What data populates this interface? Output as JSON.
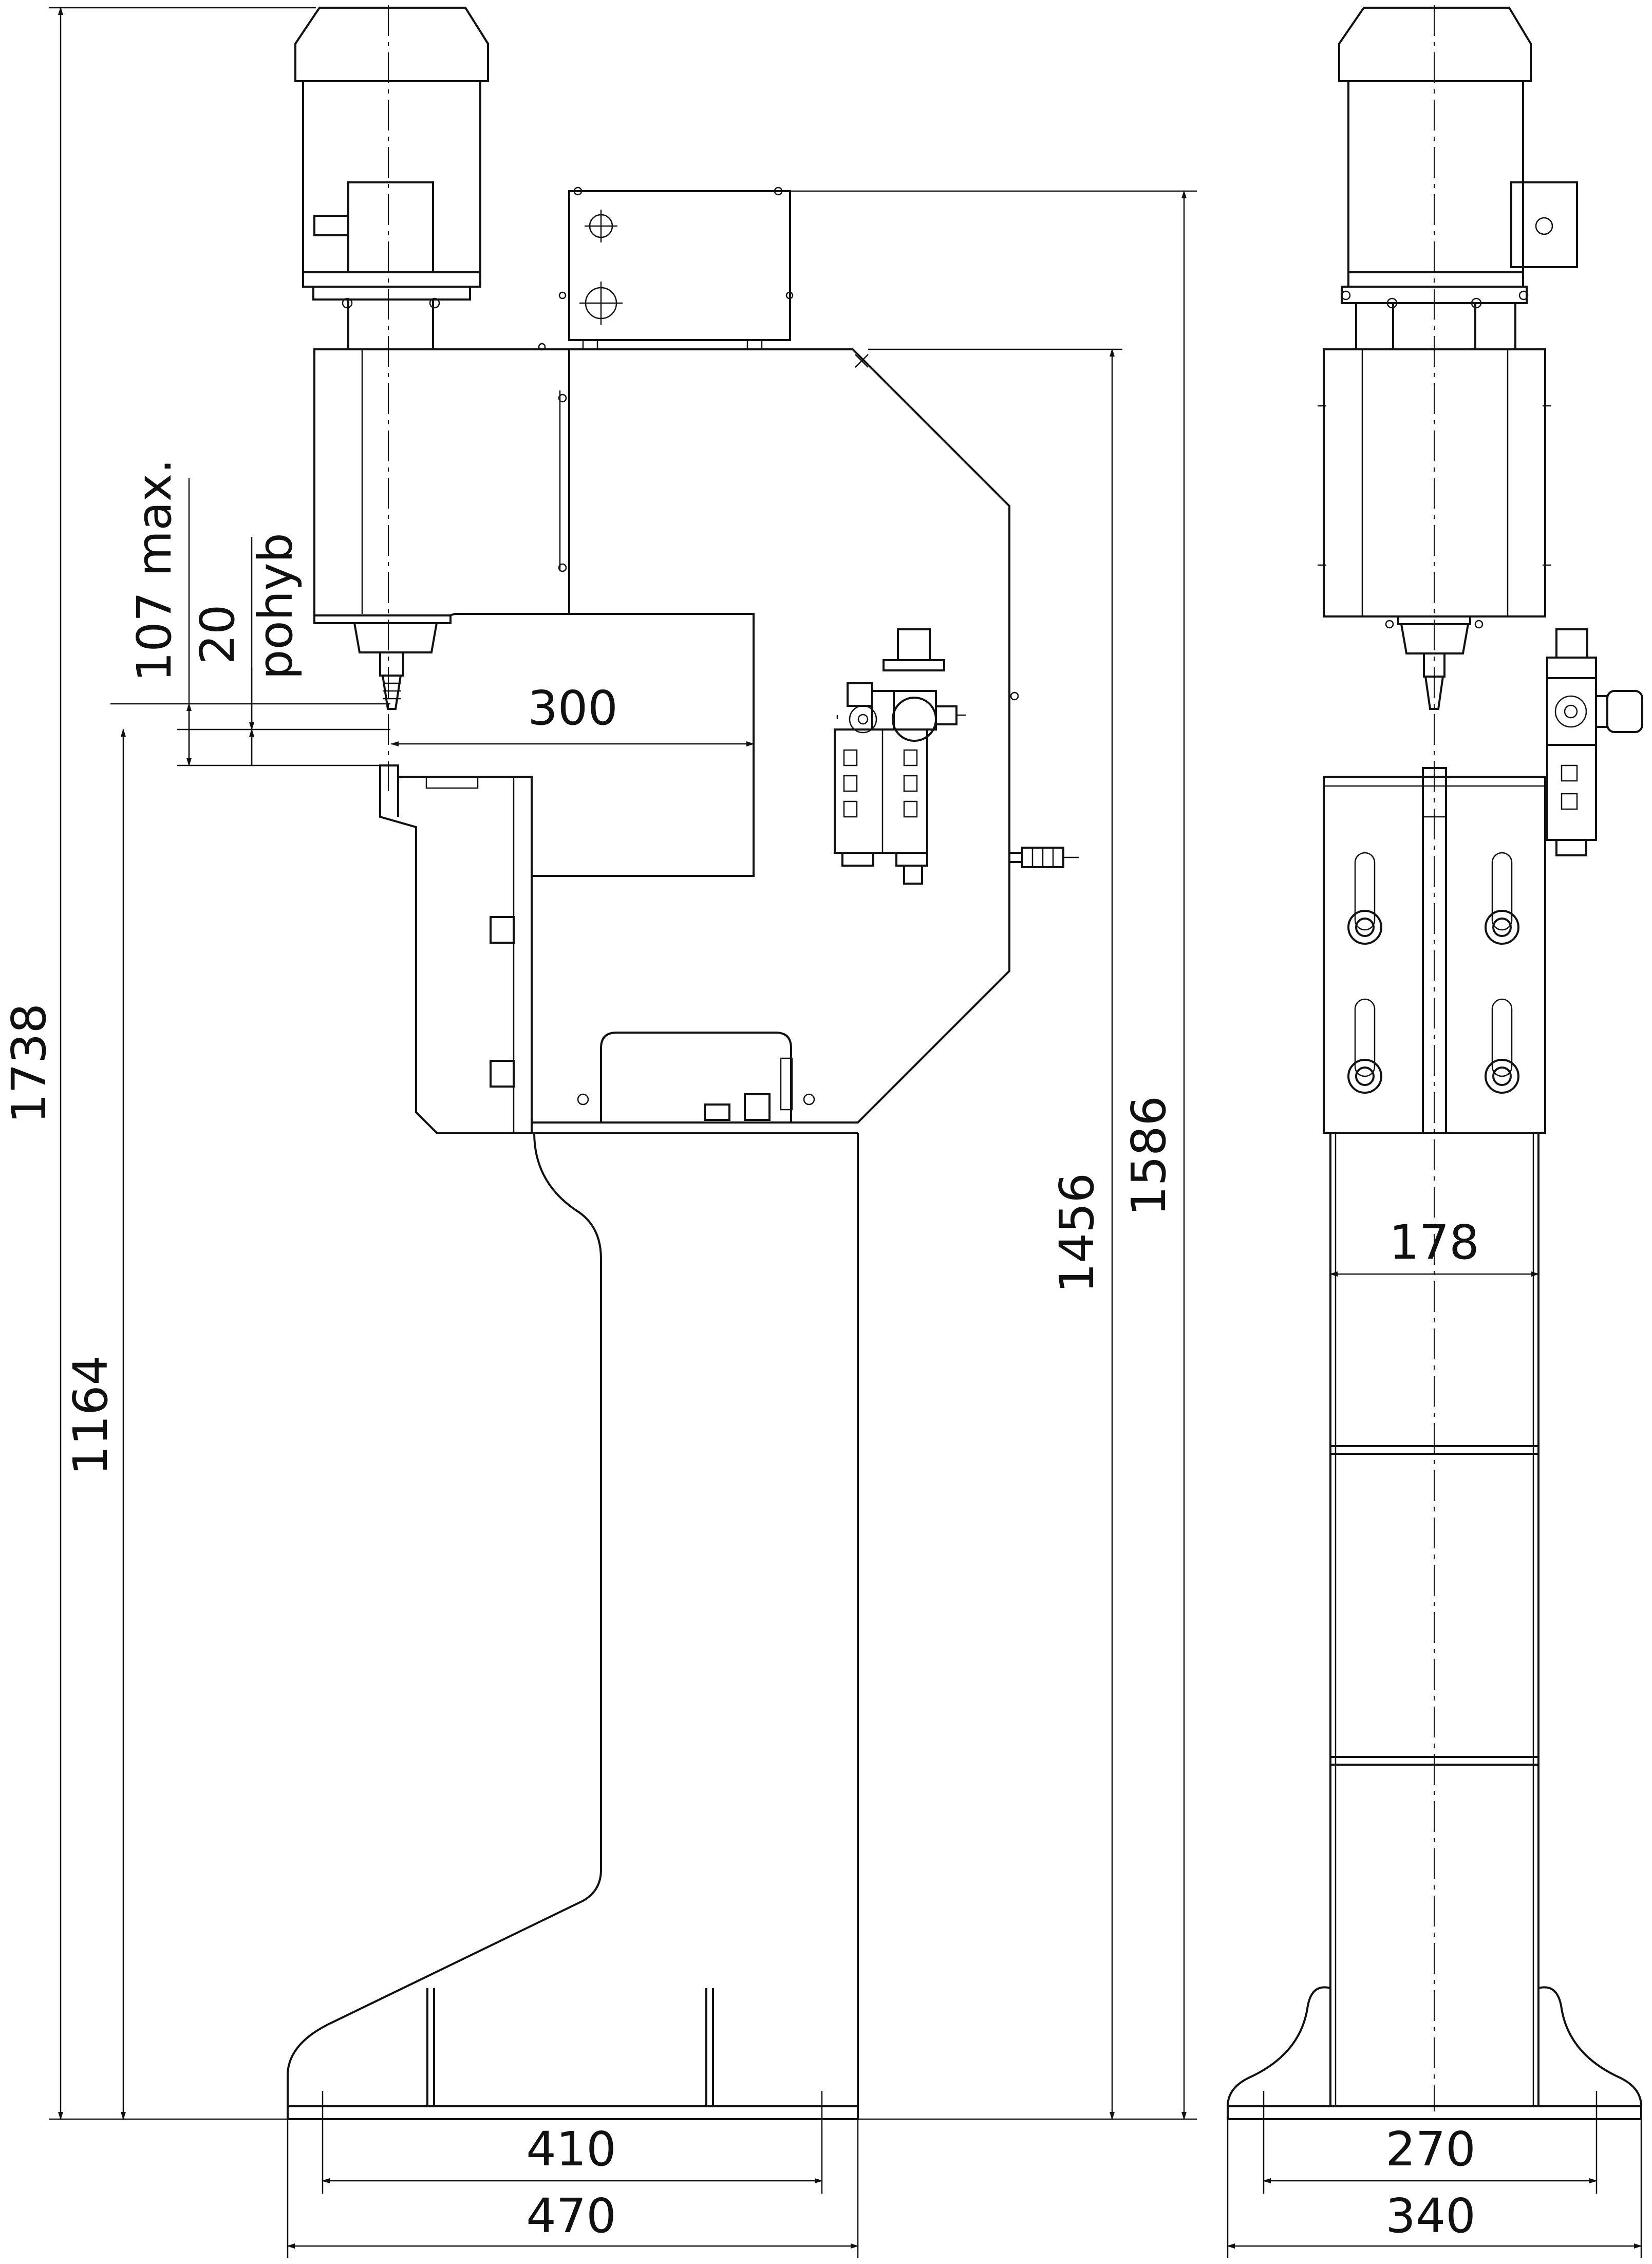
{
  "dimensions": {
    "overall_height": "1738",
    "table_height": "1164",
    "frame_top_height": "1456",
    "box_top_height": "1586",
    "stroke_max": "107 max.",
    "stroke_working": "20",
    "stroke_label": "pohyb",
    "throat_depth": "300",
    "side_base_inner_width": "410",
    "side_base_outer_width": "470",
    "front_column_width": "178",
    "front_base_inner_width": "270",
    "front_base_outer_width": "340"
  }
}
